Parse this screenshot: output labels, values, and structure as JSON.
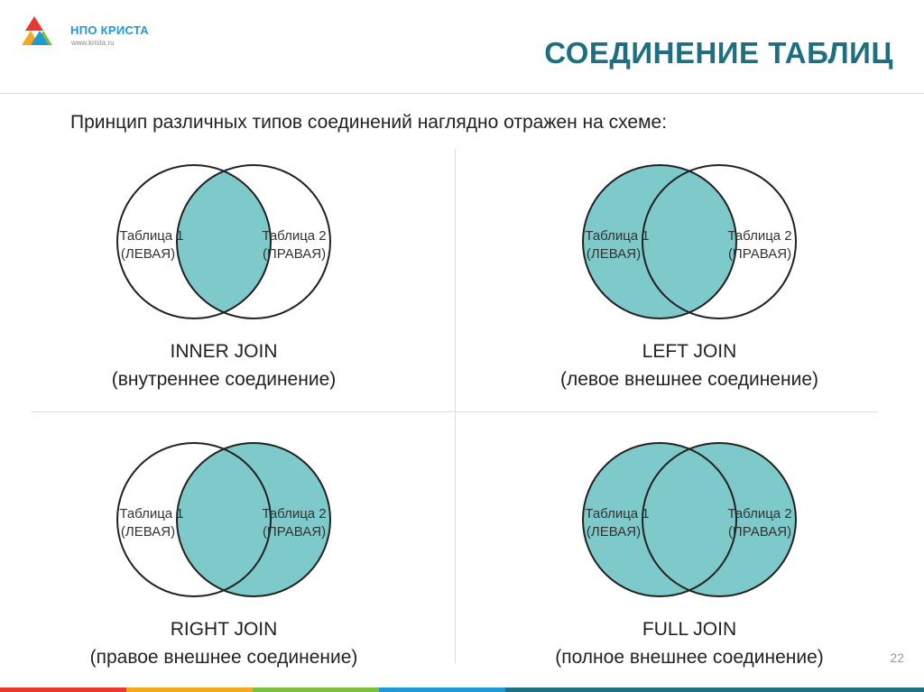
{
  "header": {
    "logo_name": "НПО КРИСТА",
    "logo_url": "www.krista.ru",
    "title": "СОЕДИНЕНИЕ ТАБЛИЦ"
  },
  "intro": "Принцип различных типов соединений наглядно отражен на схеме:",
  "labels": {
    "table1": "Таблица 1",
    "left": "(ЛЕВАЯ)",
    "table2": "Таблица 2",
    "right": "(ПРАВАЯ)"
  },
  "diagrams": [
    {
      "name": "INNER JOIN",
      "desc": "(внутреннее соединение)",
      "fill": "intersection"
    },
    {
      "name": "LEFT JOIN",
      "desc": "(левое внешнее соединение)",
      "fill": "left"
    },
    {
      "name": "RIGHT JOIN",
      "desc": "(правое внешнее соединение)",
      "fill": "right"
    },
    {
      "name": "FULL JOIN",
      "desc": "(полное внешнее соединение)",
      "fill": "both"
    }
  ],
  "colors": {
    "fill": "#7ecaca",
    "stroke": "#222222",
    "title": "#1f6f83"
  },
  "page_number": "22"
}
